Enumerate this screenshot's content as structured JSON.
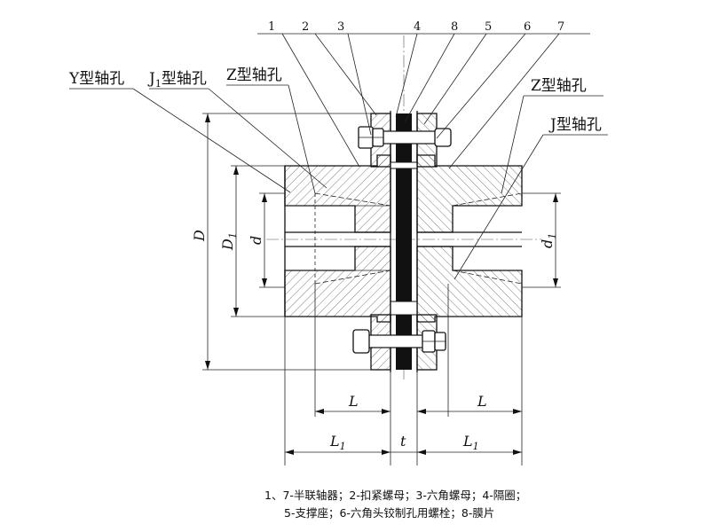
{
  "part_numbers": [
    "1",
    "2",
    "3",
    "4",
    "8",
    "5",
    "6",
    "7"
  ],
  "bore_labels": {
    "y_type": "Y型轴孔",
    "j1_type_prefix": "J",
    "j1_type_sub": "1",
    "j1_type_suffix": "型轴孔",
    "z_type_left": "Z型轴孔",
    "z_type_right": "Z型轴孔",
    "j_type": "J型轴孔"
  },
  "dimensions": {
    "D": "D",
    "D1_main": "D",
    "D1_sub": "1",
    "d": "d",
    "d1_main": "d",
    "d1_sub": "1",
    "L_left": "L",
    "L_right": "L",
    "L1_left_main": "L",
    "L1_left_sub": "1",
    "t": "t",
    "L1_right_main": "L",
    "L1_right_sub": "1"
  },
  "caption": {
    "line1": "1、7-半联轴器；2-扣紧螺母；3-六角螺母；4-隔圈；",
    "line2": "5-支撑座；6-六角头铰制孔用螺栓；8-膜片"
  },
  "colors": {
    "outline": "#111111",
    "hatch": "#444444",
    "diaphragm": "#111111",
    "background": "#ffffff"
  }
}
